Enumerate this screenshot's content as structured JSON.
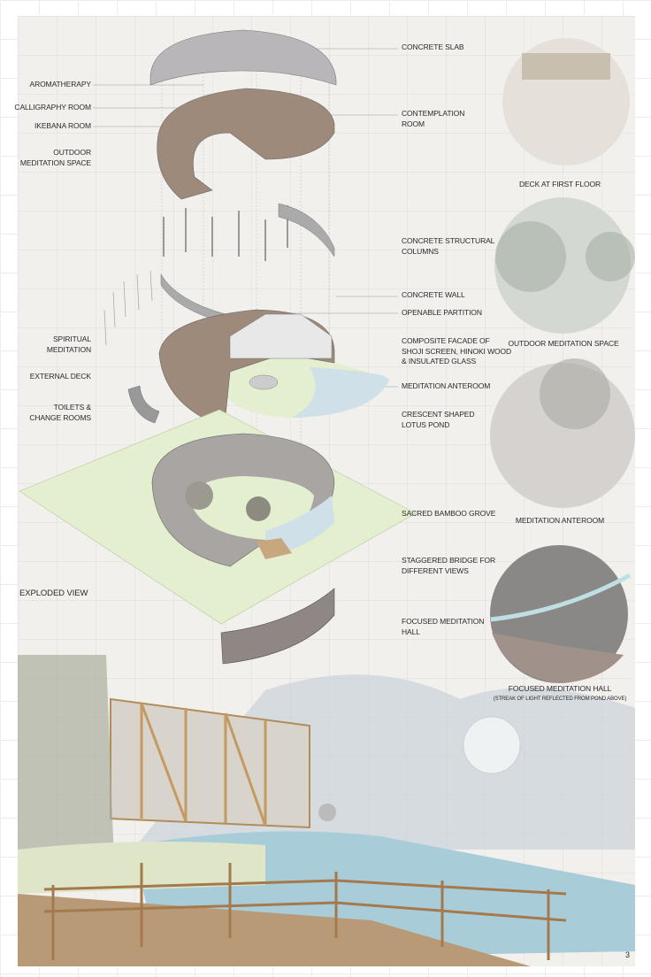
{
  "left_labels": [
    "AROMATHERAPY",
    "CALLIGRAPHY ROOM",
    "IKEBANA ROOM",
    "OUTDOOR\nMEDITATION SPACE",
    "SPIRITUAL\nMEDITATION",
    "EXTERNAL DECK",
    "TOILETS &\nCHANGE ROOMS"
  ],
  "right_labels": [
    "CONCRETE SLAB",
    "CONTEMPLATION\nROOM",
    "CONCRETE STRUCTURAL\nCOLUMNS",
    "CONCRETE WALL",
    "OPENABLE PARTITION",
    "COMPOSITE FACADE OF\nSHOJI SCREEN, HINOKI WOOD\n& INSULATED GLASS",
    "MEDITATION ANTEROOM",
    "CRESCENT SHAPED\nLOTUS POND",
    "SACRED BAMBOO GROVE",
    "STAGGERED BRIDGE FOR\n DIFFERENT VIEWS",
    "FOCUSED MEDITATION\nHALL"
  ],
  "vignettes": [
    {
      "caption": "DECK AT FIRST FLOOR"
    },
    {
      "caption": "OUTDOOR MEDITATION SPACE"
    },
    {
      "caption": "MEDITATION ANTEROOM"
    },
    {
      "caption": "FOCUSED MEDITATION HALL",
      "subcaption": "(STREAK OF LIGHT REFLECTED FROM POND ABOVE)"
    }
  ],
  "view_title": "EXPLODED VIEW",
  "page_number": "3",
  "colors": {
    "lawn": "#e3efcf",
    "pond": "#cfe0e8",
    "concrete": "#a9a5a2",
    "wood": "#c9a77e",
    "floor": "#9d8a7a"
  }
}
